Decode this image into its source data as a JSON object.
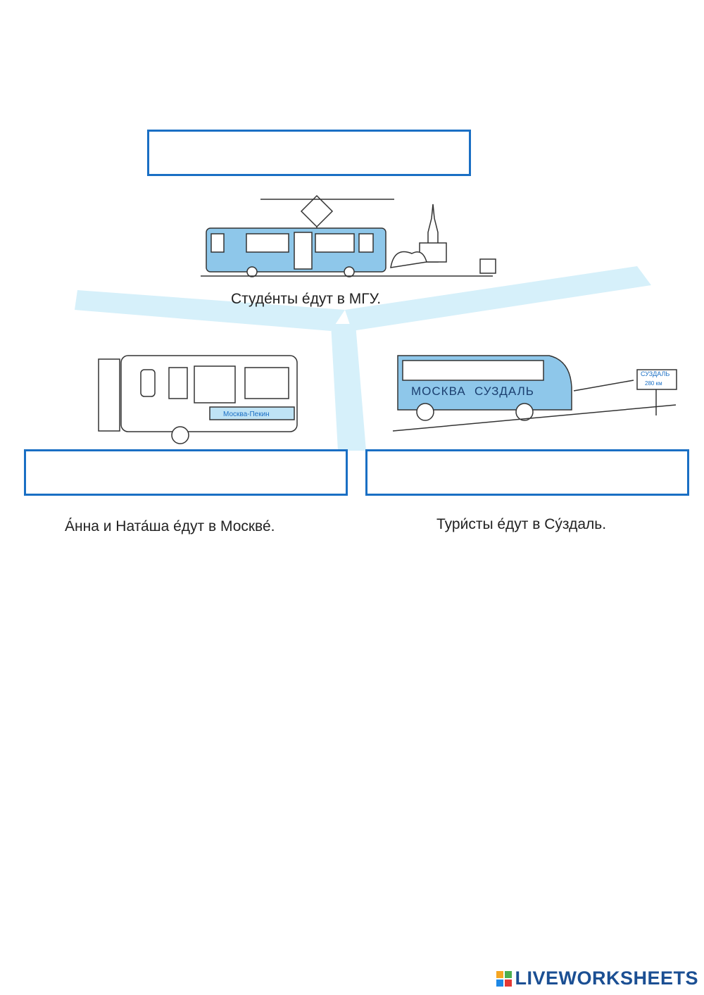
{
  "worksheet": {
    "captions": {
      "tram": "Студе́нты е́дут в МГУ.",
      "train": "А́нна и Ната́ша е́дут в Москве́.",
      "bus": "Тури́сты е́дут в Су́здаль."
    },
    "answers": {
      "tram": "",
      "train": "",
      "bus": ""
    },
    "illustration_text": {
      "train_sign": "Москва-Пекин",
      "bus_side_1": "МОСКВА",
      "bus_side_2": "СУЗДАЛЬ",
      "road_sign_1": "СУЗДАЛЬ",
      "road_sign_2": "280 км"
    },
    "colors": {
      "accent": "#1a6fc4",
      "vehicle_blue": "#8ec7ea",
      "path_blue": "#d6f0fa"
    }
  },
  "brand": {
    "name": "LIVEWORKSHEETS"
  }
}
